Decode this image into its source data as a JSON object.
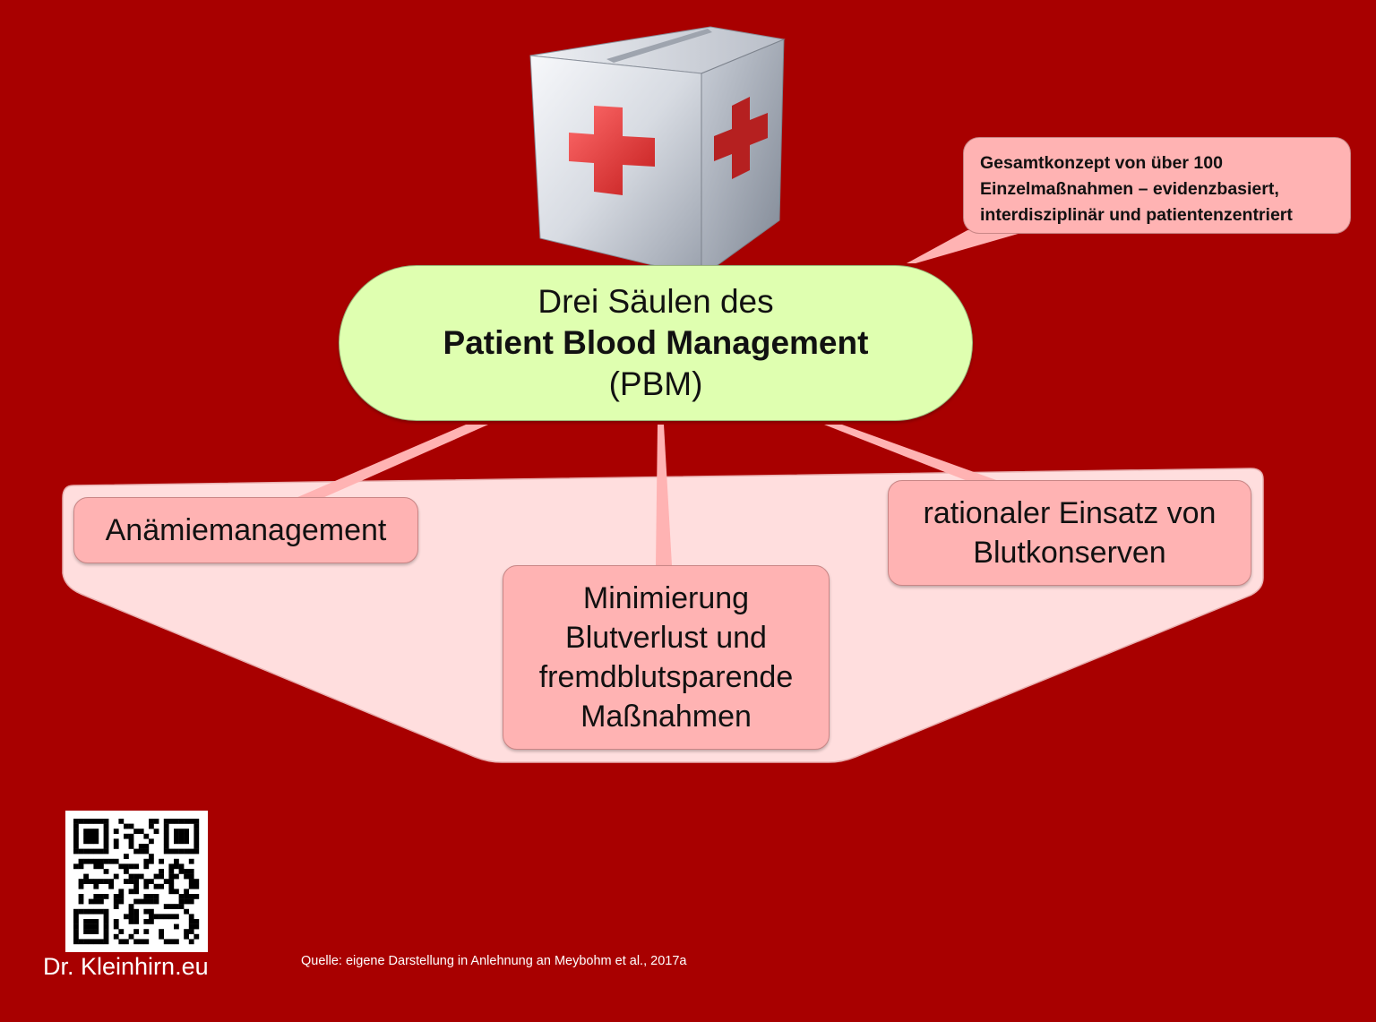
{
  "center": {
    "line1": "Drei Säulen des",
    "line2": "Patient Blood Management",
    "line3": "(PBM)"
  },
  "callout": {
    "lines": [
      "Gesamtkonzept von über 100",
      "Einzelmaßnahmen – evidenzbasiert,",
      "interdisziplinär und patientenzentriert"
    ]
  },
  "pillars": [
    {
      "lines": [
        "Anämiemanagement"
      ]
    },
    {
      "lines": [
        "Minimierung",
        "Blutverlust und",
        "fremdblutsparende",
        "Maßnahmen"
      ]
    },
    {
      "lines": [
        "rationaler Einsatz von",
        "Blutkonserven"
      ]
    }
  ],
  "footer": {
    "brand": "Dr. Kleinhirn.eu",
    "source": "Quelle: eigene Darstellung in Anlehnung an Meybohm et al., 2017a"
  },
  "icons": {
    "box": "first-aid-box-icon",
    "qr": "qr-code-icon"
  },
  "colors": {
    "background": "#a80000",
    "center_fill": "#dfffb0",
    "pillar_fill": "#ffb3b3",
    "group_fill": "#ffdede",
    "cross": "#e23a3a"
  }
}
